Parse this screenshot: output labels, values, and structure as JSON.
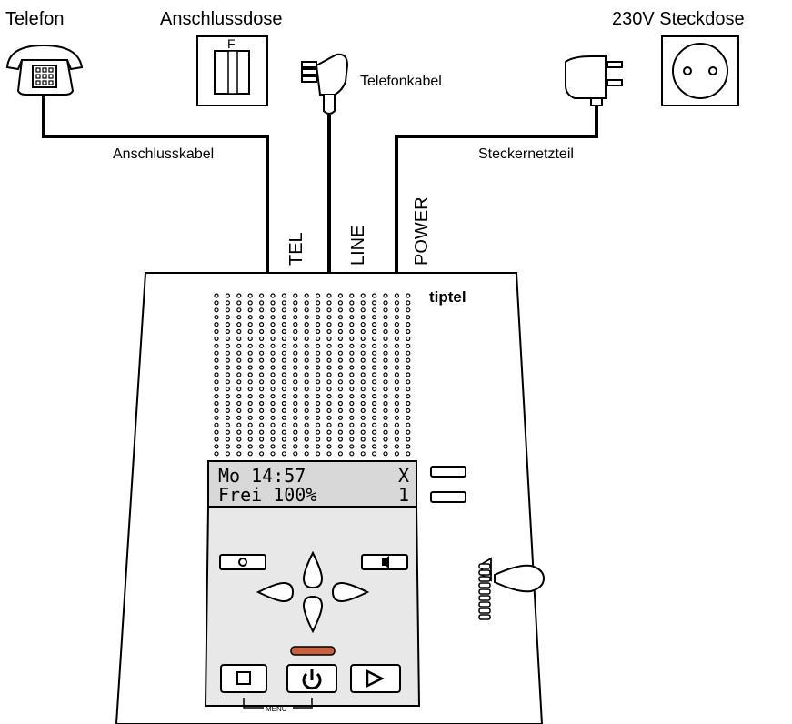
{
  "labels": {
    "telefon": "Telefon",
    "anschlussdose": "Anschlussdose",
    "steckdose": "230V  Steckdose",
    "telefonkabel": "Telefonkabel",
    "anschlusskabel": "Anschlusskabel",
    "steckernetzteil": "Steckernetzteil",
    "socket_letter": "F"
  },
  "ports": {
    "tel": "TEL",
    "line": "LINE",
    "power": "POWER"
  },
  "device": {
    "brand": "tiptel",
    "display_line1_left": "Mo 14:57",
    "display_line1_right": "X",
    "display_line2_left": "Frei 100%",
    "display_line2_right": "1",
    "menu_label": "MENU"
  },
  "colors": {
    "led": "#c8623e",
    "display_bg": "#d8d8d8",
    "keypad_bg": "#e8e8e8"
  }
}
